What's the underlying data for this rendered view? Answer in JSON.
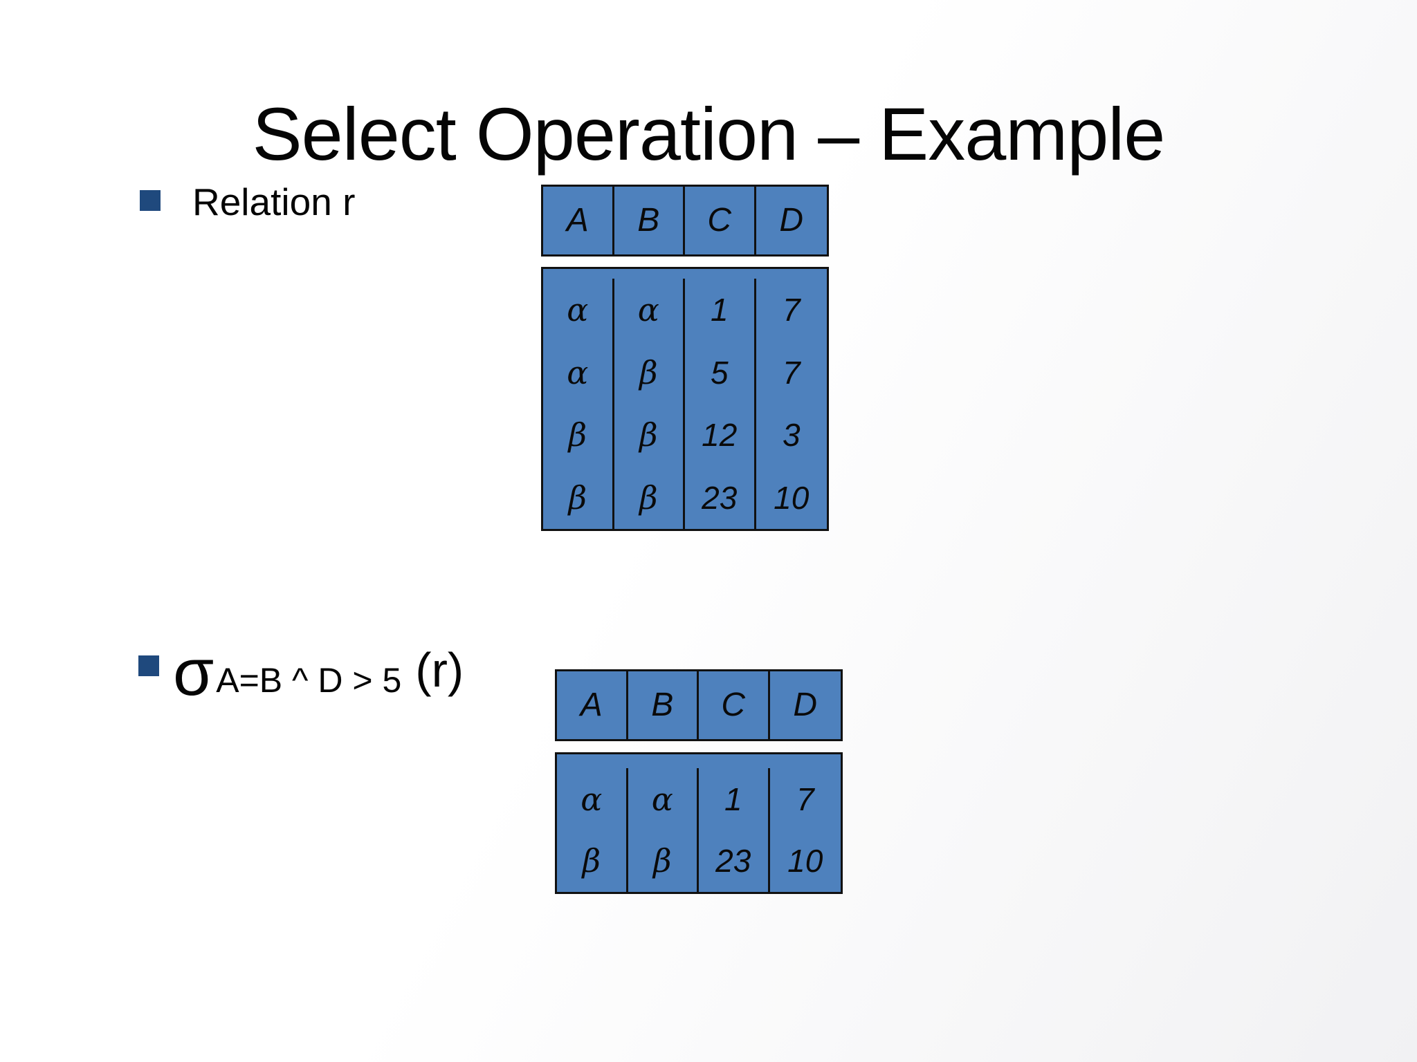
{
  "title": "Select Operation – Example",
  "bullets": {
    "relation_label": "Relation r"
  },
  "expression": {
    "sigma": "σ",
    "condition": "A=B ^ D > 5",
    "operand": "(r)"
  },
  "relation_table": {
    "headers": [
      "A",
      "B",
      "C",
      "D"
    ],
    "rows": [
      [
        "α",
        "α",
        "1",
        "7"
      ],
      [
        "α",
        "β",
        "5",
        "7"
      ],
      [
        "β",
        "β",
        "12",
        "3"
      ],
      [
        "β",
        "β",
        "23",
        "10"
      ]
    ]
  },
  "result_table": {
    "headers": [
      "A",
      "B",
      "C",
      "D"
    ],
    "rows": [
      [
        "α",
        "α",
        "1",
        "7"
      ],
      [
        "β",
        "β",
        "23",
        "10"
      ]
    ]
  },
  "colors": {
    "cell_fill": "#4E81BD",
    "cell_border": "#111111",
    "bullet_fill": "#1F497D"
  }
}
